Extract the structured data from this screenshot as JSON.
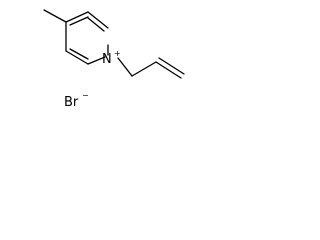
{
  "molecule": {
    "atoms": {
      "nitrogen": {
        "symbol": "N",
        "charge": "+"
      },
      "bromide": {
        "symbol": "Br",
        "charge": "−"
      }
    },
    "bonds": {
      "ring_count": 6,
      "ring_double_bonds": 3,
      "methyl_substituent": 1,
      "allyl_single_bonds": 2,
      "allyl_double_bond": 1
    }
  },
  "colors": {
    "bond": "#000000",
    "background": "#ffffff"
  }
}
